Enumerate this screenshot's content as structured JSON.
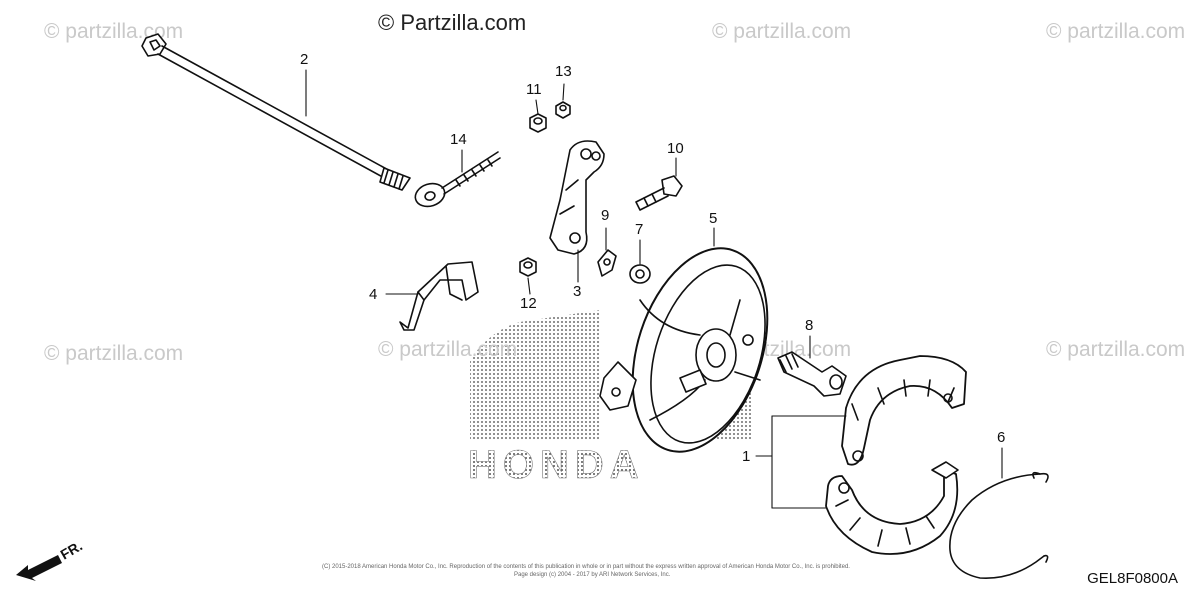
{
  "watermark": {
    "brand_text": "© Partzilla.com",
    "tile_text": "© partzilla.com"
  },
  "callouts": {
    "c1": "1",
    "c2": "2",
    "c3": "3",
    "c4": "4",
    "c5": "5",
    "c6": "6",
    "c7": "7",
    "c8": "8",
    "c9": "9",
    "c10": "10",
    "c11": "11",
    "c12": "12",
    "c13": "13",
    "c14": "14"
  },
  "footer": {
    "line1": "(C) 2015-2018 American Honda Motor Co., Inc. Reproduction of the contents of this publication in whole or in part without the express written approval of American Honda Motor Co., Inc. is prohibited.",
    "line2": "Page design (c) 2004 - 2017 by ARI Network Services, Inc."
  },
  "diagram_code": "GEL8F0800A",
  "direction_label": "FR.",
  "background_logo": "HONDA",
  "colors": {
    "ink": "#111111",
    "watermark": "#c9c9c9"
  }
}
